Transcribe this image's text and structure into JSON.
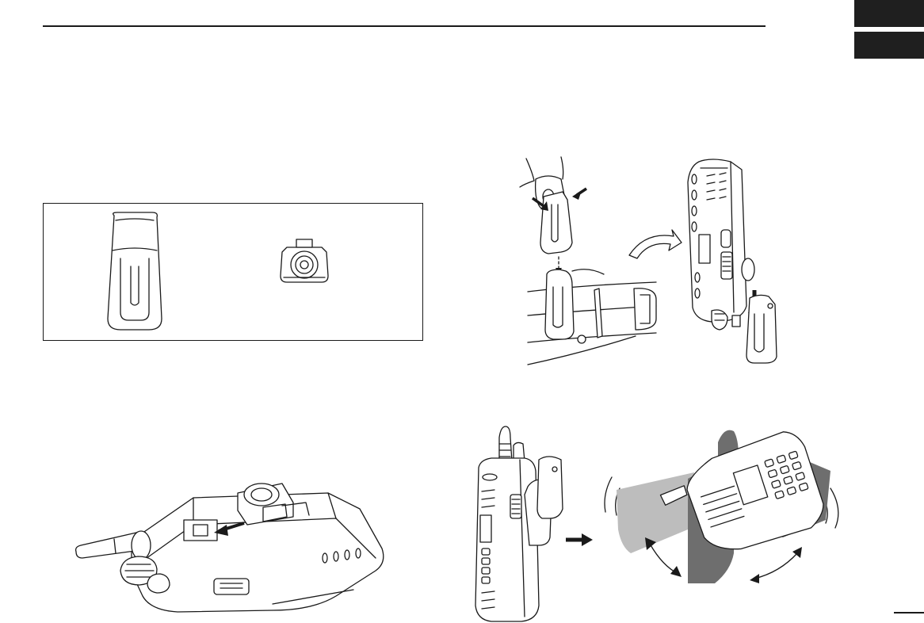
{
  "page": {
    "header_rule": true,
    "side_tabs": [
      "",
      ""
    ],
    "page_number": ""
  },
  "illustrations": {
    "accessories_box": [
      "belt-clip",
      "clip-adapter"
    ],
    "attach_adapter": "clip-adapter-slide-onto-radio-back",
    "attach_clip_to_belt": "squeeze-clip-and-slide-onto-belt",
    "mount_radio": "slide-radio-down-into-clip",
    "remove_radio": "rotate-radio-to-detach"
  },
  "colors": {
    "ink": "#1a1a1a",
    "tab": "#1f1f1f",
    "hand_dark": "#6e6e6e",
    "hand_light": "#bdbdbd",
    "paper": "#ffffff"
  }
}
